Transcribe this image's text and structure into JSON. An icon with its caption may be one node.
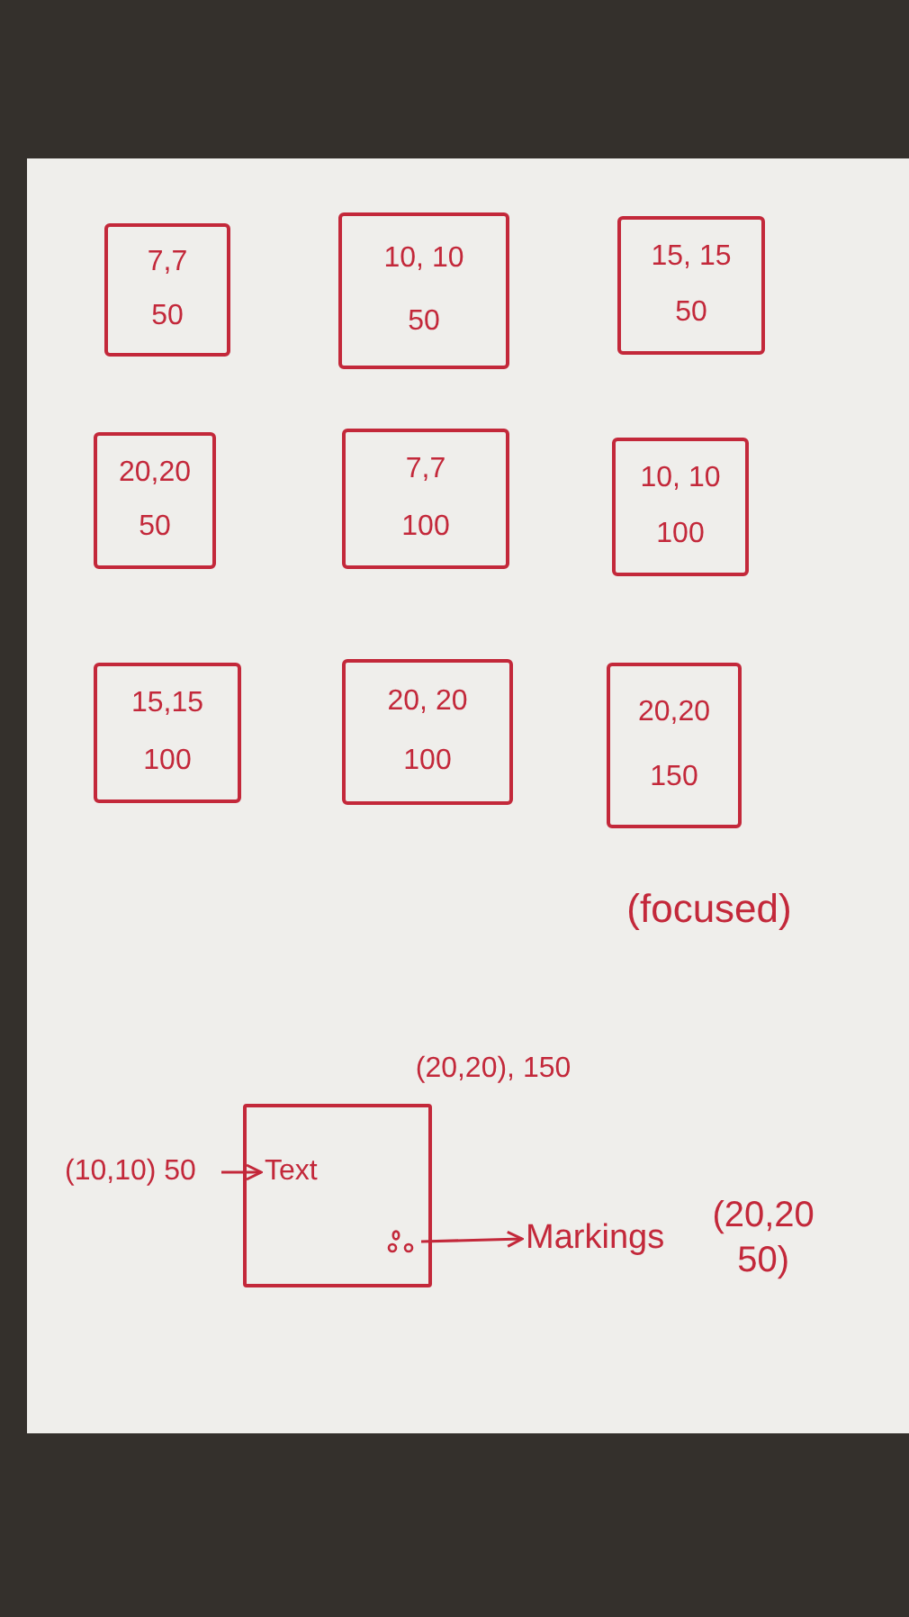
{
  "diagram": {
    "nodes": [
      {
        "text": [
          "7,7",
          "50"
        ]
      },
      {
        "text": [
          "10, 10",
          "50"
        ]
      },
      {
        "text": [
          "15, 15",
          "50"
        ]
      },
      {
        "text": [
          "20,20",
          "50"
        ]
      },
      {
        "text": [
          "7,7",
          "100"
        ]
      },
      {
        "text": [
          "10, 10",
          "100"
        ]
      },
      {
        "text": [
          "15,15",
          "100"
        ]
      },
      {
        "text": [
          "20, 20",
          "100"
        ]
      },
      {
        "text": [
          "20,20",
          "150"
        ],
        "beside": [
          "(focused)"
        ]
      },
      {
        "text": [],
        "shape": "box",
        "beside": [
          "(20,20), 150"
        ]
      },
      {
        "text": [
          "(10,10) 50"
        ]
      },
      {
        "text": [
          "Text"
        ],
        "in": 9
      },
      {
        "text": [],
        "shape": "picture",
        "in": 9
      },
      {
        "text": [
          "Markings",
          "(20,20 50)"
        ]
      }
    ],
    "edges": [
      {
        "from": 10,
        "to": 11,
        "arrow": "to"
      },
      {
        "from": 12,
        "to": 13,
        "arrow": "to"
      }
    ]
  }
}
